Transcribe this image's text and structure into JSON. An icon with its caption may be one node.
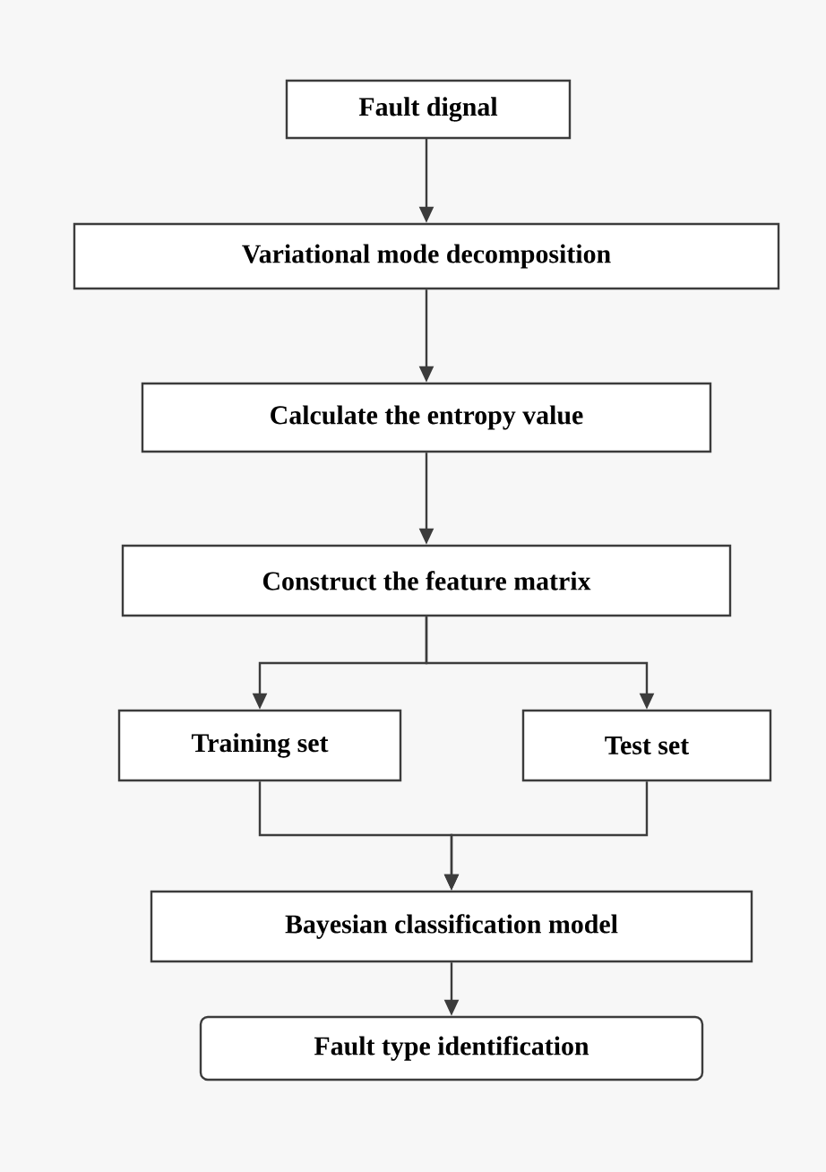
{
  "diagram": {
    "nodes": [
      {
        "text": [
          "Fault dignal"
        ]
      },
      {
        "text": [
          "Variational mode decomposition"
        ]
      },
      {
        "text": [
          "Calculate the entropy value"
        ]
      },
      {
        "text": [
          "Construct the feature matrix"
        ]
      },
      {
        "text": [
          "Training set"
        ]
      },
      {
        "text": [
          "Test set"
        ]
      },
      {
        "text": [
          "Bayesian classification model"
        ]
      },
      {
        "text": [
          "Fault type identification"
        ]
      }
    ],
    "edges": [
      {
        "from": 0,
        "to": 1,
        "arrow": "to"
      },
      {
        "from": 1,
        "to": 2,
        "arrow": "to"
      },
      {
        "from": 2,
        "to": 3,
        "arrow": "to"
      },
      {
        "from": 3,
        "to": 4,
        "arrow": "to"
      },
      {
        "from": 3,
        "to": 5,
        "arrow": "to"
      },
      {
        "from": 4,
        "to": 6,
        "arrow": "to"
      },
      {
        "from": 5,
        "to": 6,
        "arrow": "to"
      },
      {
        "from": 6,
        "to": 7,
        "arrow": "to"
      }
    ]
  }
}
